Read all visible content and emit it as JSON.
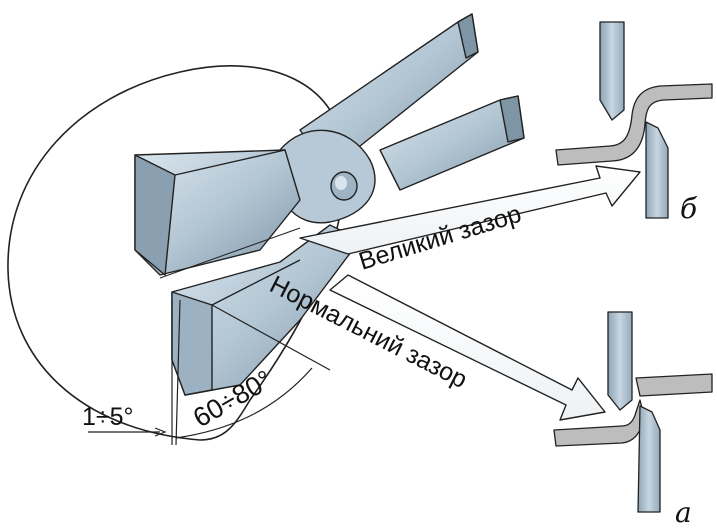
{
  "labels": {
    "large_gap": "Великий зазор",
    "normal_gap": "Нормальний зазор",
    "angle_small": "1÷5°",
    "angle_large": "60÷80°",
    "caption_b": "б",
    "caption_a": "а"
  },
  "colors": {
    "steel_light": "#c9d7e2",
    "steel_mid": "#a3b8c8",
    "steel_dark": "#6f8596",
    "sheet": "#b9b9b9",
    "outline": "#222222"
  }
}
